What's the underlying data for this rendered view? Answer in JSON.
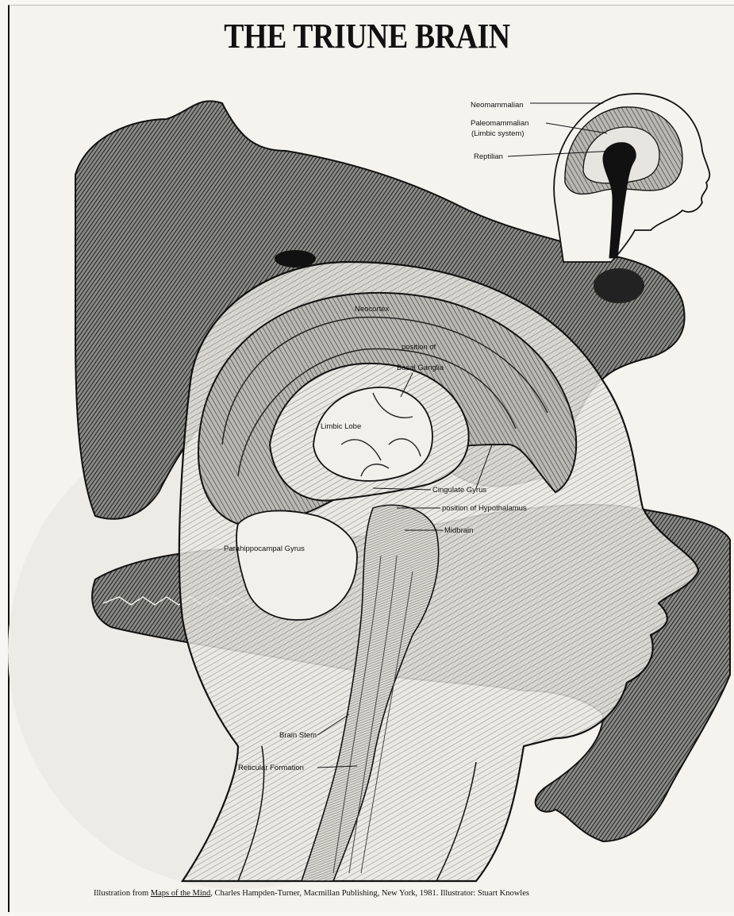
{
  "title": "THE TRIUNE BRAIN",
  "inset_labels": {
    "neomammalian": "Neomammalian",
    "paleomammalian": "Paleomammalian",
    "limbic_system": "(Limbic system)",
    "reptilian": "Reptilian"
  },
  "brain_labels": {
    "neocortex": "Neocortex",
    "position_of": "position of",
    "basal_ganglia": "Basal Ganglia",
    "limbic_lobe": "Limbic Lobe",
    "cingulate_gyrus": "Cingulate Gyrus",
    "hypothalamus": "position of Hypothalamus",
    "midbrain": "Midbrain",
    "parahippocampal_gyrus": "Parahippocampal Gyrus",
    "brain_stem": "Brain Stem",
    "reticular_formation": "Reticular Formation"
  },
  "caption": {
    "prefix": "Illustration from ",
    "book_title": "Maps of the Mind",
    "suffix": ", Charles Hampden-Turner, Macmillan Publishing, New York, 1981. Illustrator:  Stuart Knowles"
  },
  "colors": {
    "ink": "#111111",
    "paper": "#f4f3ee",
    "hatch_dark": "#3a3a3a",
    "hatch_mid": "#7a7a7a"
  }
}
